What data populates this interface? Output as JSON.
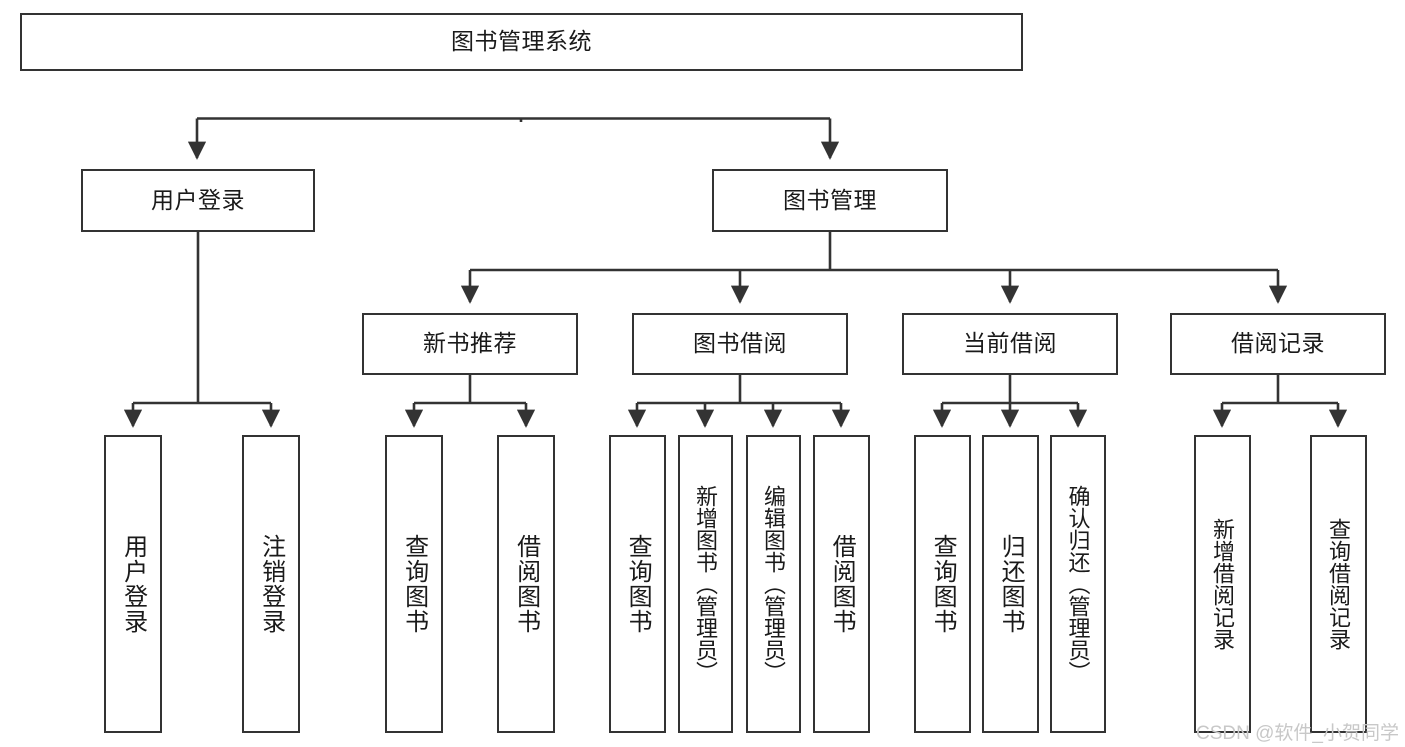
{
  "diagram": {
    "title": "图书管理系统",
    "type": "tree-hierarchy",
    "watermark": "CSDN @软件_小贺同学",
    "colors": {
      "box_border": "#333333",
      "box_fill": "#ffffff",
      "connector": "#333333",
      "text": "#1a1a1a",
      "watermark": "#c8c8c8"
    },
    "root": {
      "label": "图书管理系统"
    },
    "level2": [
      {
        "id": "user-login",
        "label": "用户登录"
      },
      {
        "id": "book-manage",
        "label": "图书管理"
      }
    ],
    "level3": [
      {
        "id": "new-book-recommend",
        "label": "新书推荐"
      },
      {
        "id": "book-borrow",
        "label": "图书借阅"
      },
      {
        "id": "current-borrow",
        "label": "当前借阅"
      },
      {
        "id": "borrow-record",
        "label": "借阅记录"
      }
    ],
    "leaves": {
      "user_login": [
        {
          "id": "leaf-user-login",
          "label": "用户登录"
        },
        {
          "id": "leaf-logout-login",
          "label": "注销登录"
        }
      ],
      "new_book_recommend": [
        {
          "id": "leaf-query-book-1",
          "label": "查询图书"
        },
        {
          "id": "leaf-borrow-book-1",
          "label": "借阅图书"
        }
      ],
      "book_borrow": [
        {
          "id": "leaf-query-book-2",
          "label": "查询图书"
        },
        {
          "id": "leaf-add-book",
          "label": "新增图书（管理员）"
        },
        {
          "id": "leaf-edit-book",
          "label": "编辑图书（管理员）"
        },
        {
          "id": "leaf-borrow-book-2",
          "label": "借阅图书"
        }
      ],
      "current_borrow": [
        {
          "id": "leaf-query-book-3",
          "label": "查询图书"
        },
        {
          "id": "leaf-return-book",
          "label": "归还图书"
        },
        {
          "id": "leaf-confirm-return",
          "label": "确认归还（管理员）"
        }
      ],
      "borrow_record": [
        {
          "id": "leaf-add-record",
          "label": "新增借阅记录"
        },
        {
          "id": "leaf-query-record",
          "label": "查询借阅记录"
        }
      ]
    }
  }
}
